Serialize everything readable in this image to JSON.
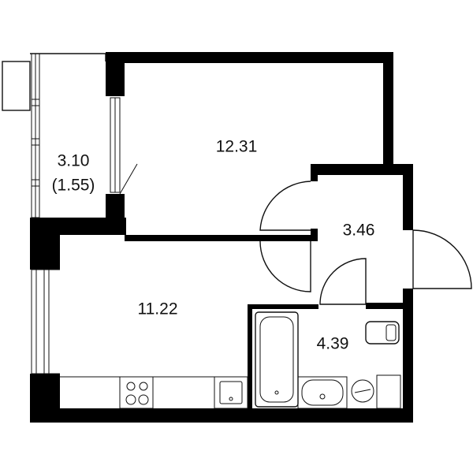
{
  "rooms": {
    "balcony": {
      "area": "3.10",
      "area_reduced": "(1.55)"
    },
    "bedroom": {
      "area": "12.31"
    },
    "hall": {
      "area": "3.46"
    },
    "living_kitchen": {
      "area": "11.22"
    },
    "bathroom": {
      "area": "4.39"
    }
  },
  "colors": {
    "wall": "#000000",
    "line": "#111111",
    "background": "#ffffff"
  }
}
